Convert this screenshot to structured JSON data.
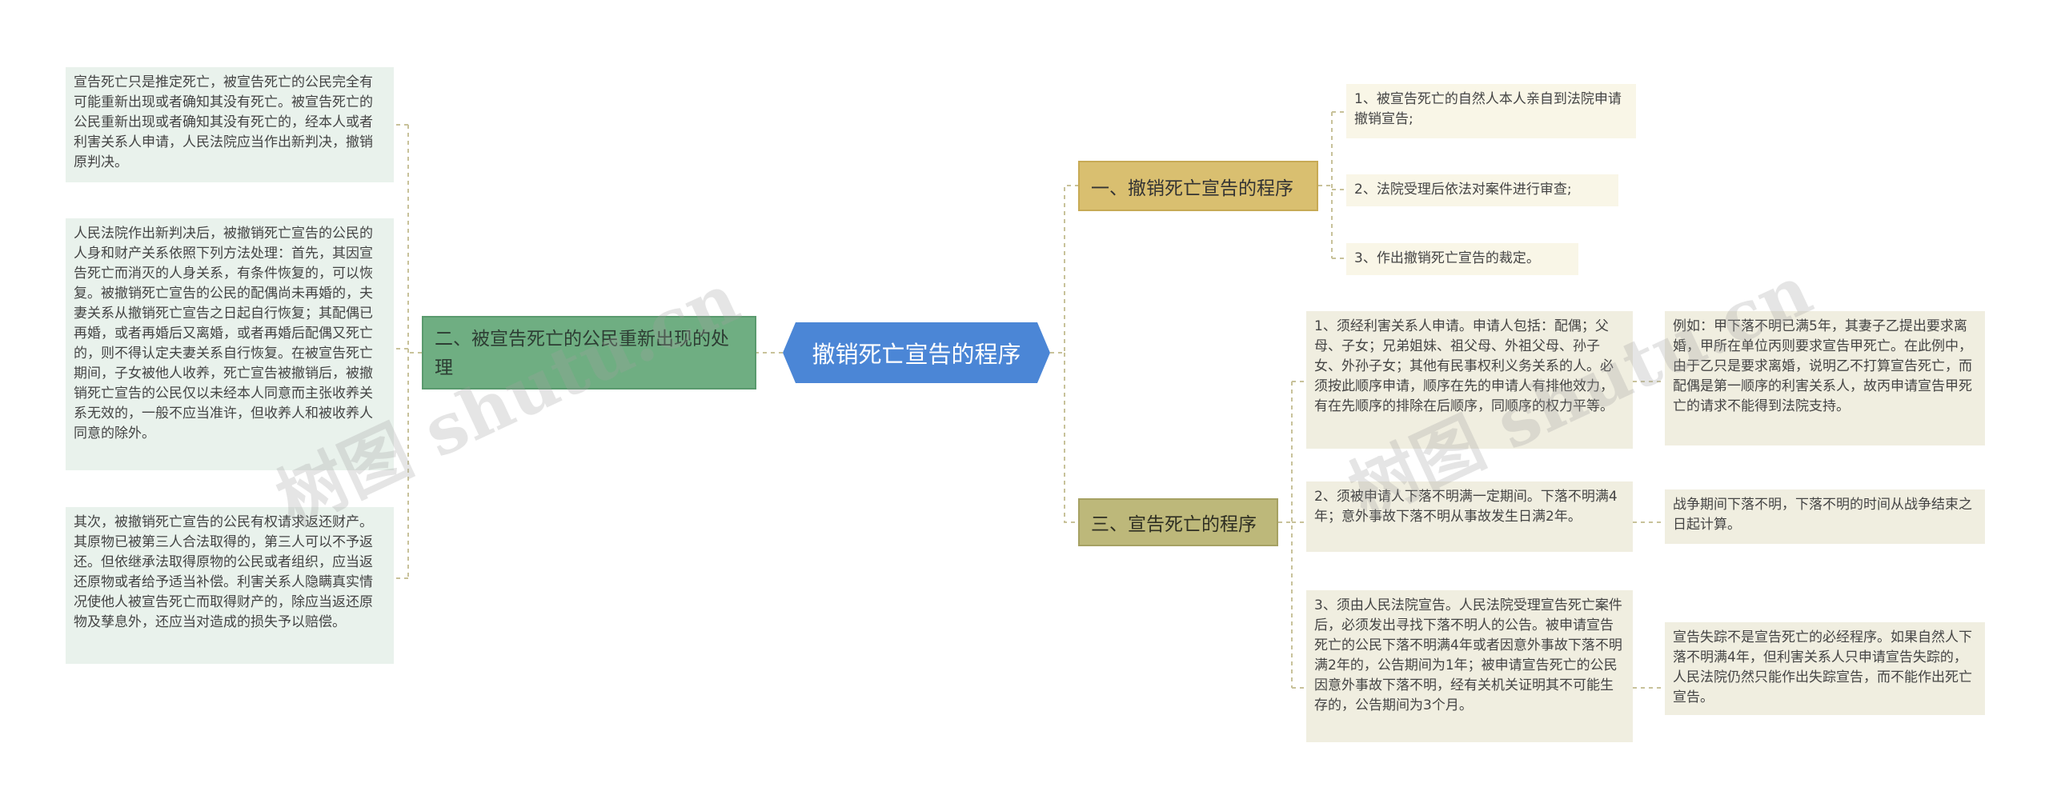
{
  "center": {
    "title": "撤销死亡宣告的程序"
  },
  "branches": {
    "b1": {
      "label": "一、撤销死亡宣告的程序"
    },
    "b2": {
      "label": "二、被宣告死亡的公民重新出现的处理"
    },
    "b3": {
      "label": "三、宣告死亡的程序"
    }
  },
  "b1_items": [
    "1、被宣告死亡的自然人本人亲自到法院申请撤销宣告;",
    "2、法院受理后依法对案件进行审查;",
    "3、作出撤销死亡宣告的裁定。"
  ],
  "b2_items": [
    "宣告死亡只是推定死亡，被宣告死亡的公民完全有可能重新出现或者确知其没有死亡。被宣告死亡的公民重新出现或者确知其没有死亡的，经本人或者利害关系人申请，人民法院应当作出新判决，撤销原判决。",
    "人民法院作出新判决后，被撤销死亡宣告的公民的人身和财产关系依照下列方法处理：首先，其因宣告死亡而消灭的人身关系，有条件恢复的，可以恢复。被撤销死亡宣告的公民的配偶尚未再婚的，夫妻关系从撤销死亡宣告之日起自行恢复；其配偶已再婚，或者再婚后又离婚，或者再婚后配偶又死亡的，则不得认定夫妻关系自行恢复。在被宣告死亡期间，子女被他人收养，死亡宣告被撤销后，被撤销死亡宣告的公民仅以未经本人同意而主张收养关系无效的，一般不应当准许，但收养人和被收养人同意的除外。",
    "其次，被撤销死亡宣告的公民有权请求返还财产。其原物已被第三人合法取得的，第三人可以不予返还。但依继承法取得原物的公民或者组织，应当返还原物或者给予适当补偿。利害关系人隐瞒真实情况使他人被宣告死亡而取得财产的，除应当返还原物及孳息外，还应当对造成的损失予以赔偿。"
  ],
  "b3_items": [
    "1、须经利害关系人申请。申请人包括：配偶；父母、子女；兄弟姐妹、祖父母、外祖父母、孙子女、外孙子女；其他有民事权利义务关系的人。必须按此顺序申请，顺序在先的申请人有排他效力，有在先顺序的排除在后顺序，同顺序的权力平等。",
    "2、须被申请人下落不明满一定期间。下落不明满4年；意外事故下落不明从事故发生日满2年。",
    "3、须由人民法院宣告。人民法院受理宣告死亡案件后，必须发出寻找下落不明人的公告。被申请宣告死亡的公民下落不明满4年或者因意外事故下落不明满2年的，公告期间为1年；被申请宣告死亡的公民因意外事故下落不明，经有关机关证明其不可能生存的，公告期间为3个月。"
  ],
  "b3_notes": [
    "例如：甲下落不明已满5年，其妻子乙提出要求离婚，甲所在单位丙则要求宣告甲死亡。在此例中，由于乙只是要求离婚，说明乙不打算宣告死亡，而配偶是第一顺序的利害关系人，故丙申请宣告甲死亡的请求不能得到法院支持。",
    "战争期间下落不明，下落不明的时间从战争结束之日起计算。",
    "宣告失踪不是宣告死亡的必经程序。如果自然人下落不明满4年，但利害关系人只申请宣告失踪的，人民法院仍然只能作出失踪宣告，而不能作出死亡宣告。"
  ],
  "watermark": [
    "树图 shutu.cn",
    "树图 shutu.cn"
  ],
  "colors": {
    "center": "#4b86d6",
    "branch1": "#d9bf70",
    "branch2": "#6fae82",
    "branch3": "#bdb87a",
    "connector": "#c8c29a"
  }
}
